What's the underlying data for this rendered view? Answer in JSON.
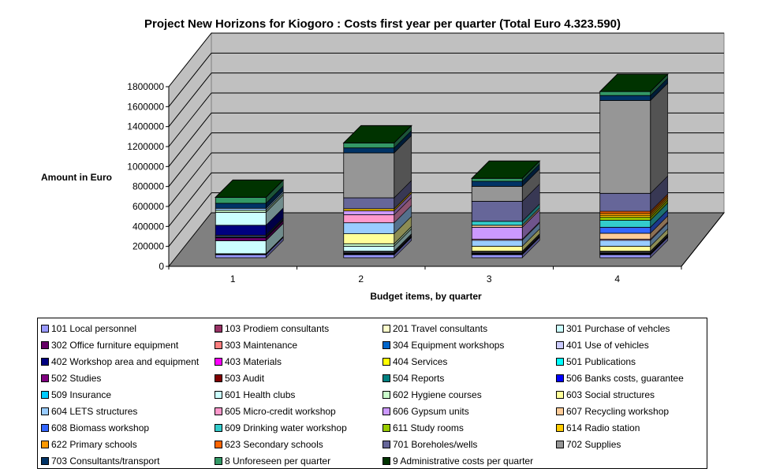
{
  "chart_data": {
    "type": "bar",
    "stacked": true,
    "three_d": true,
    "title": "Project New Horizons for Kiogoro : Costs first year per quarter (Total Euro 4.323.590)",
    "xlabel": "Budget items, by quarter",
    "ylabel": "Amount in Euro",
    "ylim": [
      0,
      1800000
    ],
    "yticks": [
      "0",
      "200000",
      "400000",
      "600000",
      "800000",
      "1000000",
      "1200000",
      "1400000",
      "1600000",
      "1800000"
    ],
    "categories": [
      "1",
      "2",
      "3",
      "4"
    ],
    "grid": true,
    "legend_position": "bottom",
    "series": [
      {
        "name": "101 Local personnel",
        "color": "#9999FF",
        "values": [
          30000,
          30000,
          30000,
          30000
        ]
      },
      {
        "name": "103 Prodiem consultants",
        "color": "#993366",
        "values": [
          5000,
          5000,
          5000,
          5000
        ]
      },
      {
        "name": "201 Travel consultants",
        "color": "#FFFFCC",
        "values": [
          5000,
          5000,
          5000,
          5000
        ]
      },
      {
        "name": "301 Purchase of vehcles",
        "color": "#CCFFFF",
        "values": [
          130000,
          0,
          0,
          0
        ]
      },
      {
        "name": "302 Office furniture equipment",
        "color": "#660066",
        "values": [
          30000,
          5000,
          5000,
          5000
        ]
      },
      {
        "name": "303 Maintenance",
        "color": "#FF8080",
        "values": [
          5000,
          5000,
          5000,
          5000
        ]
      },
      {
        "name": "304 Equipment workshops",
        "color": "#0066CC",
        "values": [
          10000,
          0,
          0,
          0
        ]
      },
      {
        "name": "401 Use of vehicles",
        "color": "#CCCCFF",
        "values": [
          10000,
          10000,
          10000,
          10000
        ]
      },
      {
        "name": "402 Workshop area and equipment",
        "color": "#000080",
        "values": [
          100000,
          5000,
          5000,
          5000
        ]
      },
      {
        "name": "403 Materials",
        "color": "#FF00FF",
        "values": [
          0,
          0,
          0,
          0
        ]
      },
      {
        "name": "404 Services",
        "color": "#FFFF00",
        "values": [
          0,
          0,
          0,
          0
        ]
      },
      {
        "name": "501 Publications",
        "color": "#00FFFF",
        "values": [
          0,
          0,
          0,
          0
        ]
      },
      {
        "name": "502 Studies",
        "color": "#800080",
        "values": [
          0,
          0,
          0,
          0
        ]
      },
      {
        "name": "503 Audit",
        "color": "#800000",
        "values": [
          0,
          0,
          0,
          0
        ]
      },
      {
        "name": "504 Reports",
        "color": "#008080",
        "values": [
          0,
          0,
          0,
          0
        ]
      },
      {
        "name": "506 Banks costs, guarantee",
        "color": "#0000FF",
        "values": [
          0,
          0,
          0,
          0
        ]
      },
      {
        "name": "509 Insurance",
        "color": "#00CCFF",
        "values": [
          0,
          0,
          0,
          0
        ]
      },
      {
        "name": "601 Health clubs",
        "color": "#CCFFFF",
        "values": [
          130000,
          50000,
          0,
          0
        ]
      },
      {
        "name": "602 Hygiene courses",
        "color": "#CCFFCC",
        "values": [
          20000,
          25000,
          0,
          0
        ]
      },
      {
        "name": "603 Social structures",
        "color": "#FFFF99",
        "values": [
          0,
          100000,
          50000,
          50000
        ]
      },
      {
        "name": "604 LETS structures",
        "color": "#99CCFF",
        "values": [
          20000,
          110000,
          60000,
          60000
        ]
      },
      {
        "name": "605 Micro-credit workshop",
        "color": "#FF99CC",
        "values": [
          0,
          80000,
          10000,
          10000
        ]
      },
      {
        "name": "606 Gypsum units",
        "color": "#CC99FF",
        "values": [
          0,
          40000,
          120000,
          0
        ]
      },
      {
        "name": "607 Recycling workshop",
        "color": "#FFCC99",
        "values": [
          0,
          0,
          20000,
          60000
        ]
      },
      {
        "name": "608 Biomass workshop",
        "color": "#3366FF",
        "values": [
          0,
          0,
          0,
          60000
        ]
      },
      {
        "name": "609 Drinking water workshop",
        "color": "#33CCCC",
        "values": [
          0,
          0,
          40000,
          70000
        ]
      },
      {
        "name": "611 Study rooms",
        "color": "#99CC00",
        "values": [
          0,
          0,
          0,
          30000
        ]
      },
      {
        "name": "614 Radio station",
        "color": "#FFCC00",
        "values": [
          0,
          20000,
          0,
          20000
        ]
      },
      {
        "name": "622 Primary schools",
        "color": "#FF9900",
        "values": [
          0,
          0,
          0,
          20000
        ]
      },
      {
        "name": "623 Secondary schools",
        "color": "#FF6600",
        "values": [
          0,
          0,
          0,
          20000
        ]
      },
      {
        "name": "701 Boreholes/wells",
        "color": "#666699",
        "values": [
          0,
          110000,
          200000,
          180000
        ]
      },
      {
        "name": "702 Supplies",
        "color": "#969696",
        "values": [
          0,
          450000,
          150000,
          930000
        ]
      },
      {
        "name": "703 Consultants/transport",
        "color": "#003366",
        "values": [
          50000,
          50000,
          50000,
          50000
        ]
      },
      {
        "name": "8 Unforeseen per quarter",
        "color": "#339966",
        "values": [
          60000,
          50000,
          30000,
          40000
        ]
      },
      {
        "name": "9 Administrative costs per quarter",
        "color": "#003300",
        "values": [
          0,
          0,
          0,
          0
        ]
      }
    ]
  },
  "legend": {
    "items": [
      {
        "label": "101 Local personnel",
        "color": "#9999FF"
      },
      {
        "label": "103 Prodiem consultants",
        "color": "#993366"
      },
      {
        "label": "201 Travel consultants",
        "color": "#FFFFCC"
      },
      {
        "label": "301 Purchase of vehcles",
        "color": "#CCFFFF"
      },
      {
        "label": "302 Office furniture equipment",
        "color": "#660066"
      },
      {
        "label": "303 Maintenance",
        "color": "#FF8080"
      },
      {
        "label": "304 Equipment workshops",
        "color": "#0066CC"
      },
      {
        "label": "401 Use of vehicles",
        "color": "#CCCCFF"
      },
      {
        "label": "402 Workshop area and equipment",
        "color": "#000080"
      },
      {
        "label": "403 Materials",
        "color": "#FF00FF"
      },
      {
        "label": "404 Services",
        "color": "#FFFF00"
      },
      {
        "label": "501 Publications",
        "color": "#00FFFF"
      },
      {
        "label": "502 Studies",
        "color": "#800080"
      },
      {
        "label": "503 Audit",
        "color": "#800000"
      },
      {
        "label": "504 Reports",
        "color": "#008080"
      },
      {
        "label": "506 Banks costs, guarantee",
        "color": "#0000FF"
      },
      {
        "label": "509 Insurance",
        "color": "#00CCFF"
      },
      {
        "label": "601 Health clubs",
        "color": "#CCFFFF"
      },
      {
        "label": "602 Hygiene courses",
        "color": "#CCFFCC"
      },
      {
        "label": "603 Social structures",
        "color": "#FFFF99"
      },
      {
        "label": "604 LETS structures",
        "color": "#99CCFF"
      },
      {
        "label": "605 Micro-credit workshop",
        "color": "#FF99CC"
      },
      {
        "label": "606 Gypsum units",
        "color": "#CC99FF"
      },
      {
        "label": "607 Recycling workshop",
        "color": "#FFCC99"
      },
      {
        "label": "608 Biomass workshop",
        "color": "#3366FF"
      },
      {
        "label": "609 Drinking water workshop",
        "color": "#33CCCC"
      },
      {
        "label": "611 Study rooms",
        "color": "#99CC00"
      },
      {
        "label": "614 Radio station",
        "color": "#FFCC00"
      },
      {
        "label": "622 Primary schools",
        "color": "#FF9900"
      },
      {
        "label": "623 Secondary schools",
        "color": "#FF6600"
      },
      {
        "label": "701 Boreholes/wells",
        "color": "#666699"
      },
      {
        "label": "702 Supplies",
        "color": "#969696"
      },
      {
        "label": "703 Consultants/transport",
        "color": "#003366"
      },
      {
        "label": "8 Unforeseen per quarter",
        "color": "#339966"
      },
      {
        "label": "9 Administrative costs per quarter",
        "color": "#003300"
      }
    ]
  },
  "colors": {
    "wall": "#C0C0C0",
    "floor": "#808080",
    "bar_top": "#003300"
  }
}
